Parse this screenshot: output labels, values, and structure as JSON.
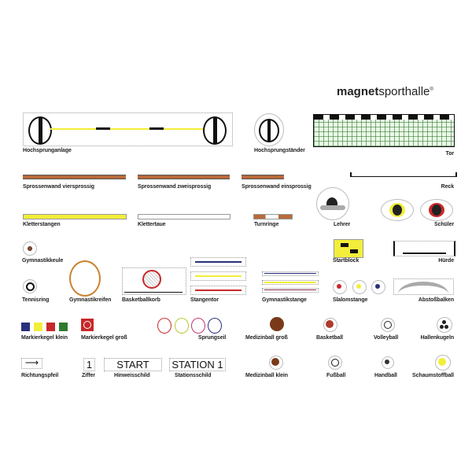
{
  "logo": {
    "bold": "magnet",
    "regular": "sporthalle",
    "mark": "®"
  },
  "labels": {
    "hochsprunganlage": "Hochsprunganlage",
    "hochsprungstaender": "Hochsprungständer",
    "tor": "Tor",
    "sw4": "Sprossenwand viersprossig",
    "sw2": "Sprossenwand zweisprossig",
    "sw1": "Sprossenwand einsprossig",
    "reck": "Reck",
    "kletterstangen": "Kletterstangen",
    "klettertaue": "Klettertaue",
    "turnringe": "Turnringe",
    "lehrer": "Lehrer",
    "schueler": "Schüler",
    "gymnastikkeule": "Gymnastikkeule",
    "startblock": "Startblock",
    "huerde": "Hürde",
    "tennisring": "Tennisring",
    "gymnastikreifen": "Gymnastikreifen",
    "basketballkorb": "Basketballkorb",
    "stangentor": "Stangentor",
    "gymnastikstange": "Gymnastikstange",
    "slalomstange": "Slalomstange",
    "abstossbalken": "Abstoßbalken",
    "mk_klein": "Markierkegel klein",
    "mk_gross": "Markierkegel groß",
    "sprungseil": "Sprungseil",
    "medizinball_gross": "Medizinball groß",
    "basketball": "Basketball",
    "volleyball": "Volleyball",
    "hallenkugeln": "Hallenkugeln",
    "richtungspfeil": "Richtungspfeil",
    "ziffer": "Ziffer",
    "hinweisschild": "Hinweisschild",
    "stationsschild": "Stationsschild",
    "medizinball_klein": "Medizinball klein",
    "fussball": "Fußball",
    "handball": "Handball",
    "schaumstoffball": "Schaumstoffball"
  },
  "signs": {
    "digit": "1",
    "start": "START",
    "station": "STATION 1"
  },
  "colors": {
    "yellow": "#f2ee3a",
    "red": "#c8282a",
    "blue": "#27307a",
    "green": "#2e7a2e",
    "brown": "#8b4a22"
  }
}
